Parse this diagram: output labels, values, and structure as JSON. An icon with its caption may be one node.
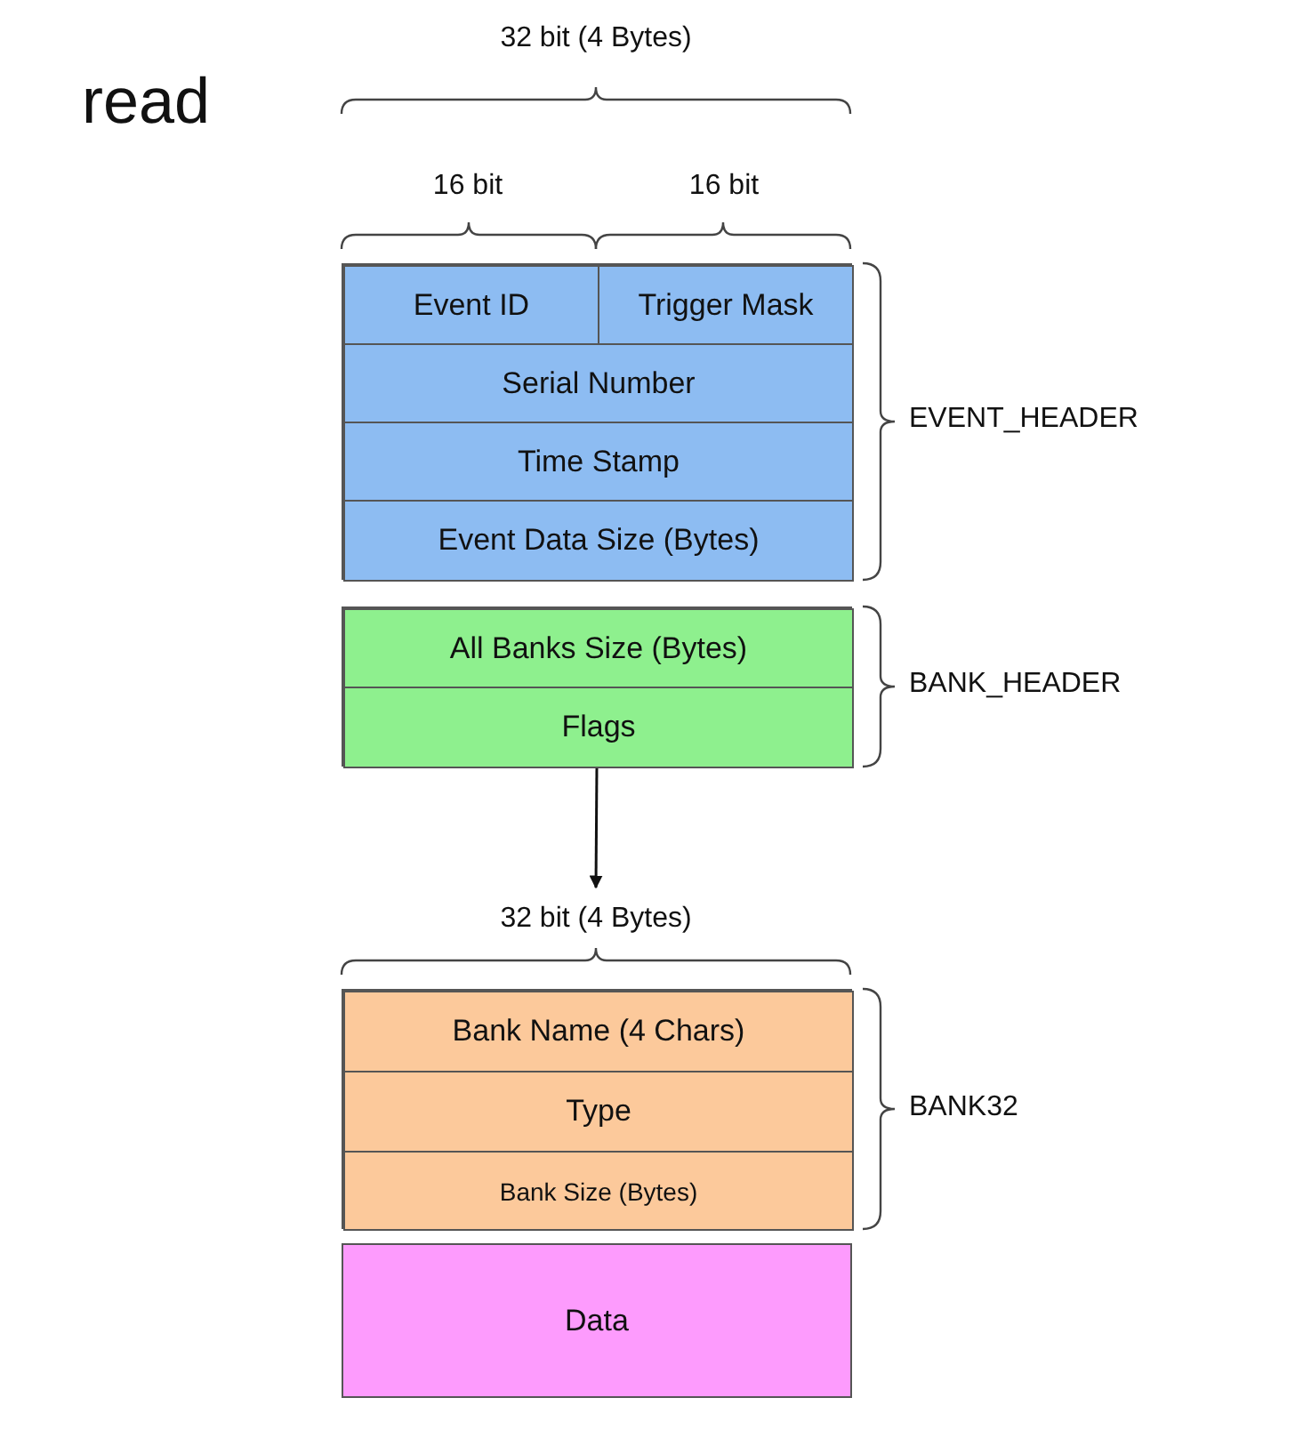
{
  "diagram": {
    "nodes": [
      {
        "text": [],
        "shape": "box",
        "beside": [
          "EVENT_HEADER"
        ]
      },
      {
        "text": [
          "Event ID"
        ],
        "in": 0
      },
      {
        "text": [
          "Trigger Mask"
        ],
        "in": 0
      },
      {
        "text": [
          "Serial Number"
        ],
        "in": 0
      },
      {
        "text": [
          "Time Stamp"
        ],
        "in": 0
      },
      {
        "text": [
          "Event Data Size (Bytes)"
        ],
        "in": 0
      },
      {
        "text": [],
        "shape": "box",
        "beside": [
          "BANK_HEADER"
        ]
      },
      {
        "text": [
          "All Banks Size (Bytes)"
        ],
        "in": 6
      },
      {
        "text": [
          "Flags"
        ],
        "in": 6
      },
      {
        "text": [
          "32 bit (4 Bytes)"
        ]
      },
      {
        "text": [],
        "shape": "box",
        "beside": [
          "BANK32"
        ]
      },
      {
        "text": [
          "Bank Name (4 Chars)"
        ],
        "in": 10
      },
      {
        "text": [
          "Type"
        ],
        "in": 10
      },
      {
        "text": [
          "Bank Size (Bytes)"
        ],
        "in": 10
      },
      {
        "text": [
          "Data"
        ]
      }
    ],
    "edges": [
      {
        "from": 6,
        "to": 9,
        "arrow": "to"
      }
    ],
    "labels": [
      "32 bit (4 Bytes)",
      "read",
      "16 bit",
      "16 bit"
    ]
  }
}
